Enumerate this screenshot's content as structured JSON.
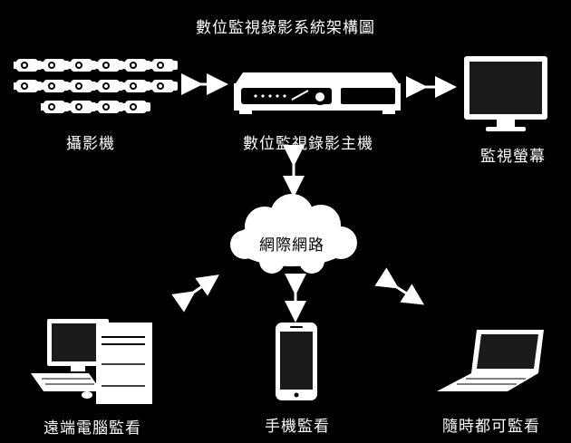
{
  "title": "數位監視錄影系統架構圖",
  "nodes": {
    "cameras": {
      "label": "攝影機",
      "icon": "camera-icon"
    },
    "dvr": {
      "label": "數位監視錄影主機",
      "icon": "dvr-icon"
    },
    "monitor": {
      "label": "監視螢幕",
      "icon": "monitor-icon"
    },
    "internet": {
      "label": "網際網路",
      "icon": "cloud-icon"
    },
    "pc": {
      "label": "遠端電腦監看",
      "icon": "desktop-pc-icon"
    },
    "phone": {
      "label": "手機監看",
      "icon": "smartphone-icon"
    },
    "laptop": {
      "label": "隨時都可監看",
      "icon": "laptop-icon"
    }
  },
  "colors": {
    "background": "#000000",
    "foreground": "#ffffff",
    "screen": "#1a1a1a"
  }
}
